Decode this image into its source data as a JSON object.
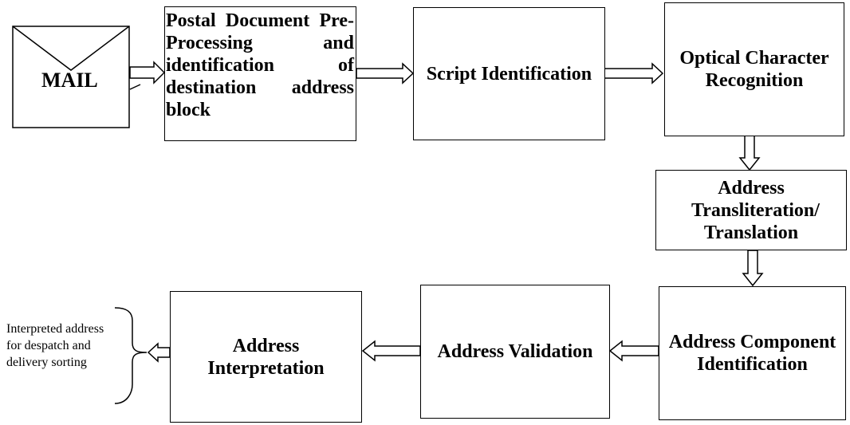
{
  "diagram": {
    "mail_label": "MAIL",
    "boxes": {
      "preprocessing": "Postal Document Pre-Processing and identification of destination address block",
      "script_identification": "Script Identification",
      "ocr": "Optical Character Recognition",
      "transliteration": "Address Transliteration/ Translation",
      "component_identification": "Address Component Identification",
      "validation": "Address Validation",
      "interpretation": "Address Interpretation"
    },
    "output_note": "Interpreted address for despatch and delivery sorting"
  }
}
